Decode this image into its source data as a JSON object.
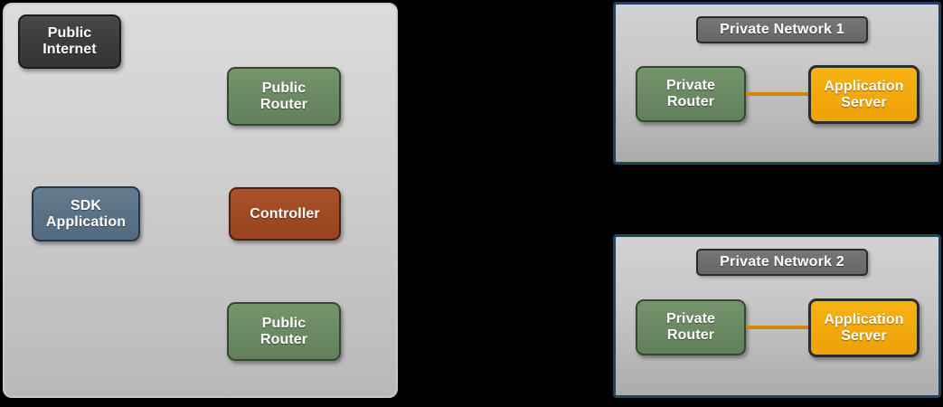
{
  "colors": {
    "background": "#000000",
    "public_zone_fill_top": "#dcdcdc",
    "public_zone_fill_bottom": "#b9b9b9",
    "public_zone_border": "#c9c9c9",
    "private_zone_border": "#1f4260",
    "private_zone_fill_top": "#d2d2d2",
    "private_zone_fill_bottom": "#acacac",
    "internet_node": "#3b3b3b",
    "router_node": "#6b8a63",
    "sdk_node": "#5b7186",
    "controller_node": "#a04a24",
    "appserver_node": "#f2a90c",
    "badge_node": "#6e6e6e",
    "link_line": "#d2870b",
    "node_text": "#ffffff"
  },
  "public_zone": {
    "name": "public-zone",
    "nodes": [
      {
        "id": "public-internet",
        "label": "Public\nInternet",
        "kind": "internet"
      },
      {
        "id": "public-router-1",
        "label": "Public\nRouter",
        "kind": "router"
      },
      {
        "id": "sdk-application",
        "label": "SDK\nApplication",
        "kind": "sdk"
      },
      {
        "id": "controller",
        "label": "Controller",
        "kind": "controller"
      },
      {
        "id": "public-router-2",
        "label": "Public\nRouter",
        "kind": "router"
      }
    ]
  },
  "private_networks": [
    {
      "id": "private-network-1",
      "title": "Private Network 1",
      "nodes": [
        {
          "id": "private-router-1",
          "label": "Private\nRouter",
          "kind": "router"
        },
        {
          "id": "application-server-1",
          "label": "Application\nServer",
          "kind": "appserver"
        }
      ],
      "link": {
        "from": "private-router-1",
        "to": "application-server-1"
      }
    },
    {
      "id": "private-network-2",
      "title": "Private Network 2",
      "nodes": [
        {
          "id": "private-router-2",
          "label": "Private\nRouter",
          "kind": "router"
        },
        {
          "id": "application-server-2",
          "label": "Application\nServer",
          "kind": "appserver"
        }
      ],
      "link": {
        "from": "private-router-2",
        "to": "application-server-2"
      }
    }
  ]
}
